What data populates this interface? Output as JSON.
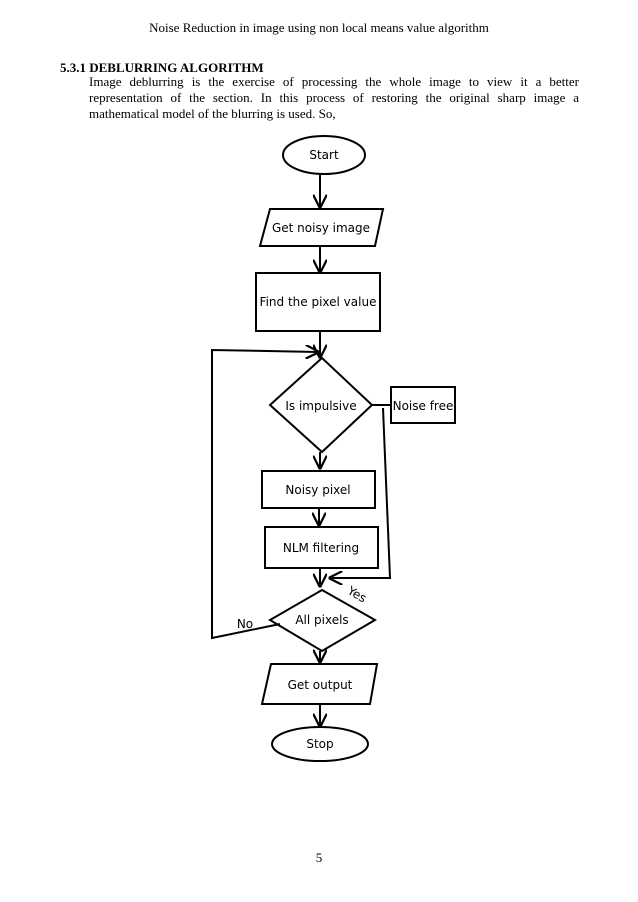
{
  "header": {
    "title": "Noise Reduction in image using non local means value algorithm"
  },
  "section": {
    "heading": "5.3.1 DEBLURRING ALGORITHM",
    "paragraph_lines": [
      "Image deblurring is the exercise of processing the whole image to view it a better",
      "representation of the section. In this process of restoring the original sharp image a",
      "mathematical model of the blurring is used. So,"
    ]
  },
  "flowchart": {
    "start": "Start",
    "get_noisy_image": "Get noisy image",
    "find_pixel_value": "Find the pixel value",
    "is_impulsive": "Is impulsive",
    "noise_free": "Noise free",
    "noisy_pixel": "Noisy pixel",
    "nlm_filtering": "NLM filtering",
    "all_pixels": "All pixels",
    "yes_label": "Yes",
    "no_label": "No",
    "get_output": "Get output",
    "stop": "Stop"
  },
  "footer": {
    "page_number": "5"
  }
}
